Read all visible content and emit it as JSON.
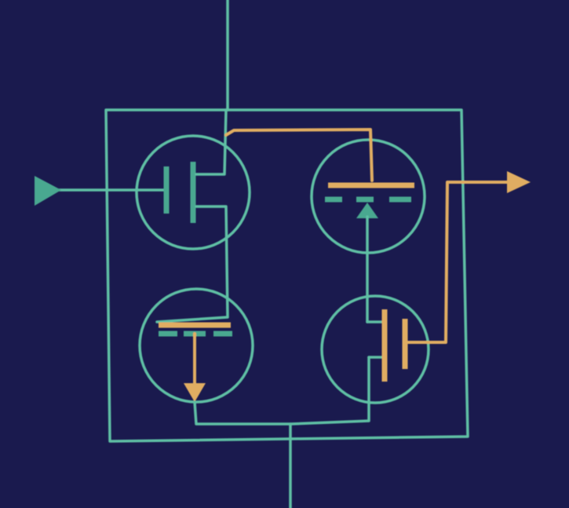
{
  "colors": {
    "background": "#1a1a4e",
    "n_path": "#5fbfa4",
    "p_path": "#e0ad62"
  },
  "diagram": {
    "transistors": [
      {
        "id": "top-left",
        "kind": "fet-teal-gate"
      },
      {
        "id": "top-right",
        "kind": "fet-orange-channel"
      },
      {
        "id": "bottom-left",
        "kind": "fet-orange-channel"
      },
      {
        "id": "bottom-right",
        "kind": "fet-orange-gate"
      }
    ],
    "terminals": [
      "input-arrow",
      "output-arrow",
      "top-supply",
      "bottom-supply"
    ]
  }
}
